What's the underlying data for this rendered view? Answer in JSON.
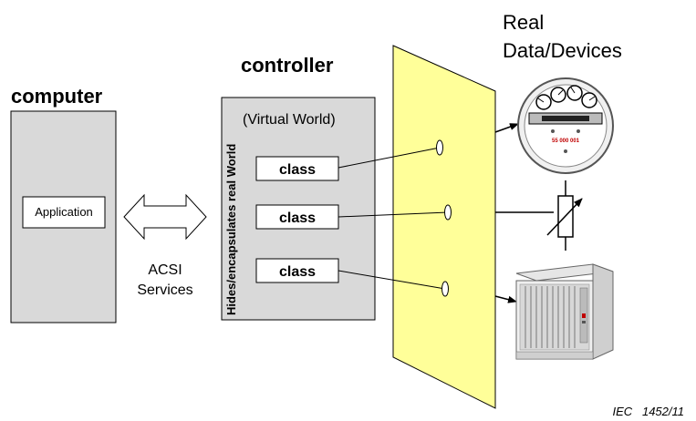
{
  "labels": {
    "computer": "computer",
    "controller": "controller",
    "real_line1": "Real",
    "real_line2": "Data/Devices",
    "application": "Application",
    "virtual_world": "(Virtual World)",
    "hides": "Hides/encapsulates real World",
    "acsi_line1": "ACSI",
    "acsi_line2": "Services",
    "meter_number": "55 000 001",
    "figure_id": "IEC   1452/11"
  },
  "classes": [
    {
      "label": "class"
    },
    {
      "label": "class"
    },
    {
      "label": "class"
    }
  ],
  "devices": [
    {
      "icon": "electricity-meter-icon"
    },
    {
      "icon": "variable-resistor-icon"
    },
    {
      "icon": "equipment-rack-icon"
    }
  ],
  "colors": {
    "box_fill": "#d9d9d9",
    "plane_fill": "#ffff99",
    "line": "#000000"
  }
}
